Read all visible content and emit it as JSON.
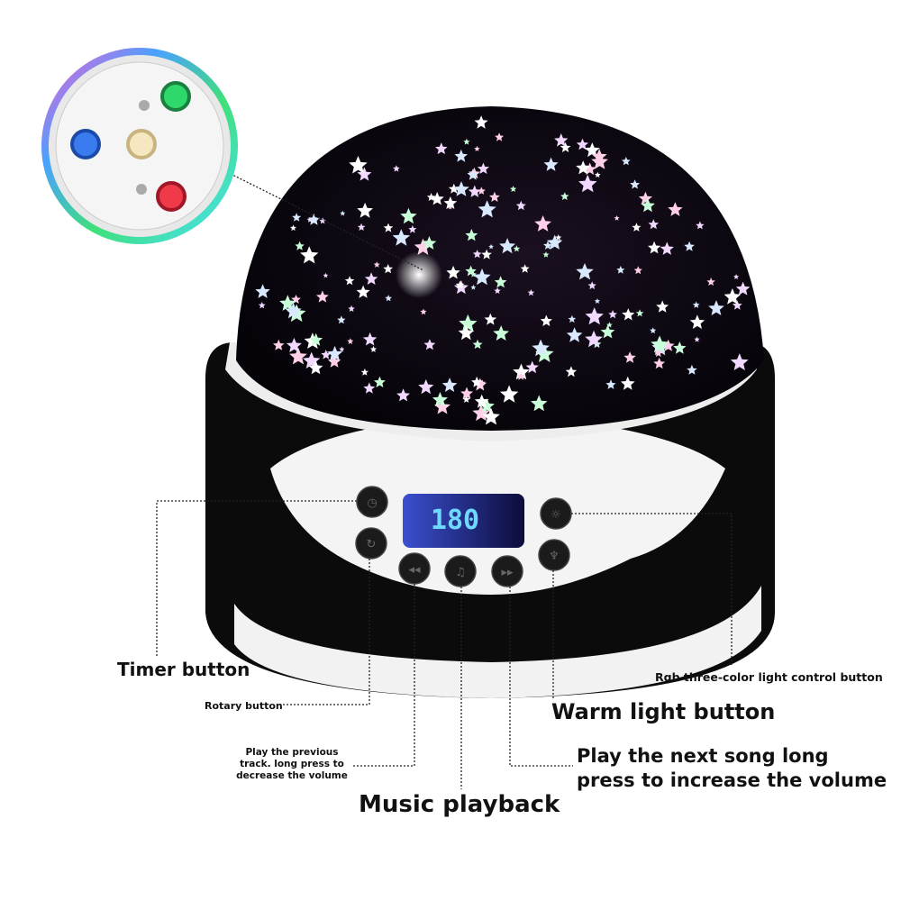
{
  "display": {
    "reading": "180"
  },
  "labels": {
    "timer": "Timer button",
    "rotary": "Rotary button",
    "previous": [
      "Play the previous",
      "track. long press to",
      "decrease the volume"
    ],
    "music": "Music playback",
    "next": [
      "Play the next song long",
      "press to increase the volume"
    ],
    "warm": "Warm light button",
    "rgb": "Rgb three-color light control button"
  },
  "colors": {
    "led_green": "#2fd86a",
    "led_blue": "#3a7cf0",
    "led_warm": "#f5e7c0",
    "led_red": "#f03a4a",
    "display_text": "#6fd8ff"
  }
}
